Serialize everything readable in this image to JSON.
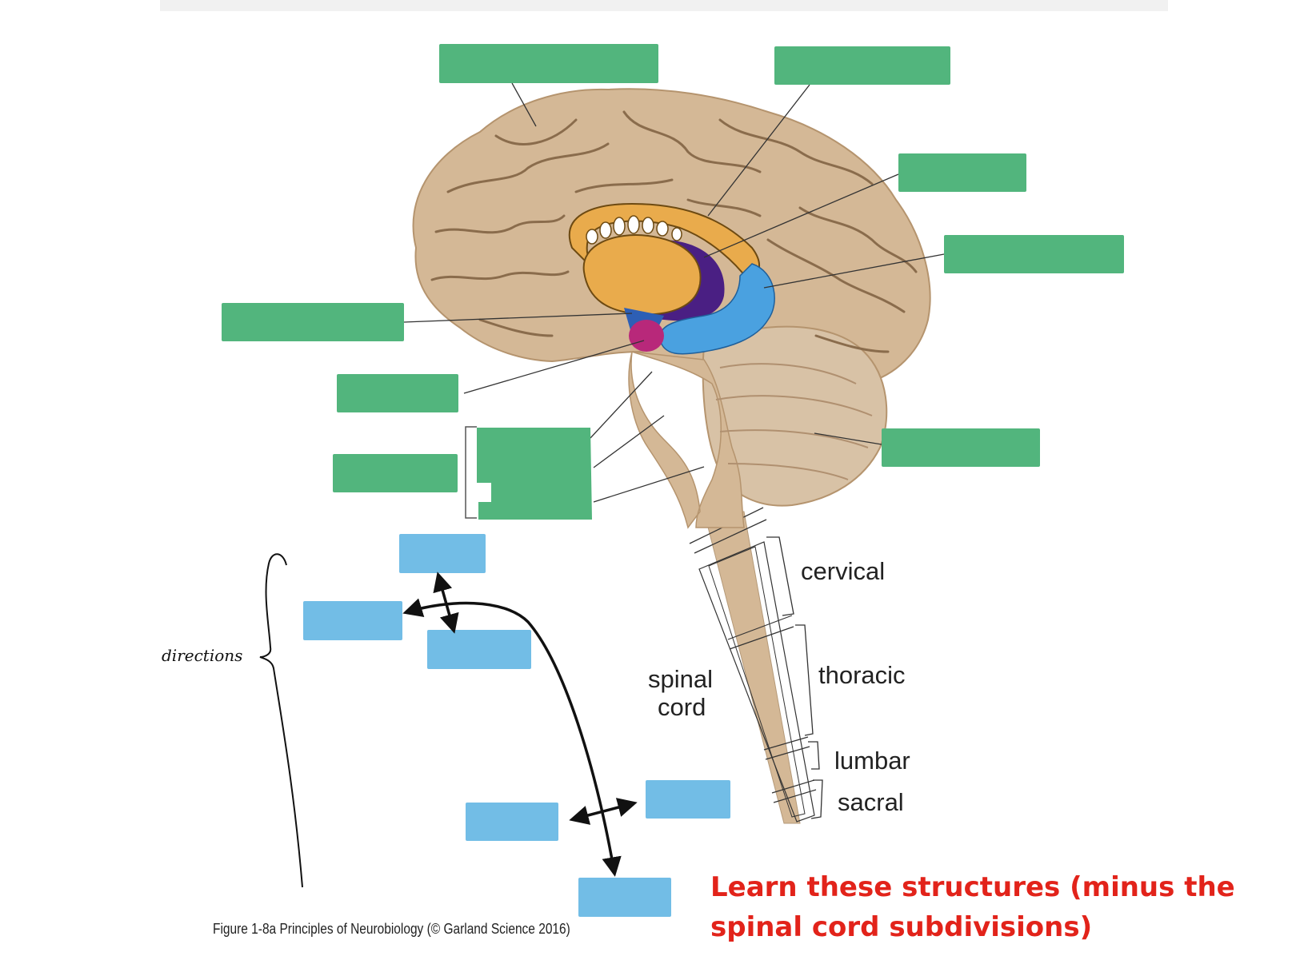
{
  "colors": {
    "label_box_green": "#52b57d",
    "label_box_blue": "#72bde6",
    "brain_tan": "#d4b896",
    "thalamus_orange": "#e9ab4c",
    "purple": "#4a1f83",
    "hippocampus_blue": "#4aa1e0",
    "pink": "#b8287a",
    "note_red": "#e2231a"
  },
  "spinal_cord": {
    "label_line1": "spinal",
    "label_line2": "cord",
    "segments": [
      "cervical",
      "thoracic",
      "lumbar",
      "sacral"
    ]
  },
  "annotation": {
    "handwritten": "directions"
  },
  "caption": "Figure 1-8a  Principles of Neurobiology (© Garland Science 2016)",
  "note": "Learn these structures (minus the spinal cord subdivisions)"
}
